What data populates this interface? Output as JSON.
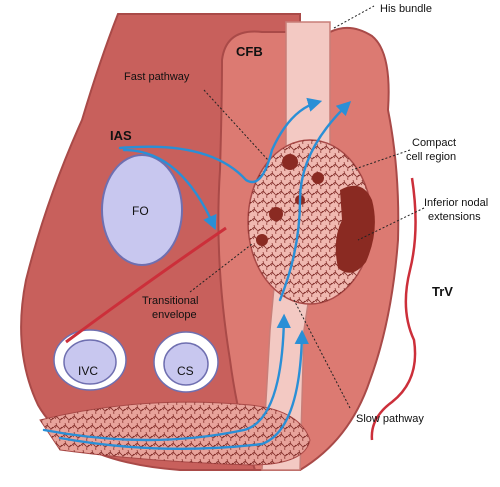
{
  "labels": {
    "his_bundle": "His bundle",
    "cfb": "CFB",
    "fast_pathway": "Fast pathway",
    "ias": "IAS",
    "compact_cell_region_line1": "Compact",
    "compact_cell_region_line2": "cell region",
    "fo": "FO",
    "inferior_nodal_line1": "Inferior nodal",
    "inferior_nodal_line2": "extensions",
    "transitional_line1": "Transitional",
    "transitional_line2": "envelope",
    "trv": "TrV",
    "ivc": "IVC",
    "cs": "CS",
    "slow_pathway": "Slow pathway"
  },
  "colors": {
    "septum_fill": "#c8605c",
    "septum_edge": "#a94a48",
    "ridge_fill": "#dc7a72",
    "bundle_fill": "#f3c9c3",
    "node_fill": "#f0b8b0",
    "orifice_fill": "#c8c7ef",
    "orifice_edge": "#6f6fb0",
    "pathway_arrow": "#2a8fd6",
    "trv_line": "#cc2f3a"
  }
}
